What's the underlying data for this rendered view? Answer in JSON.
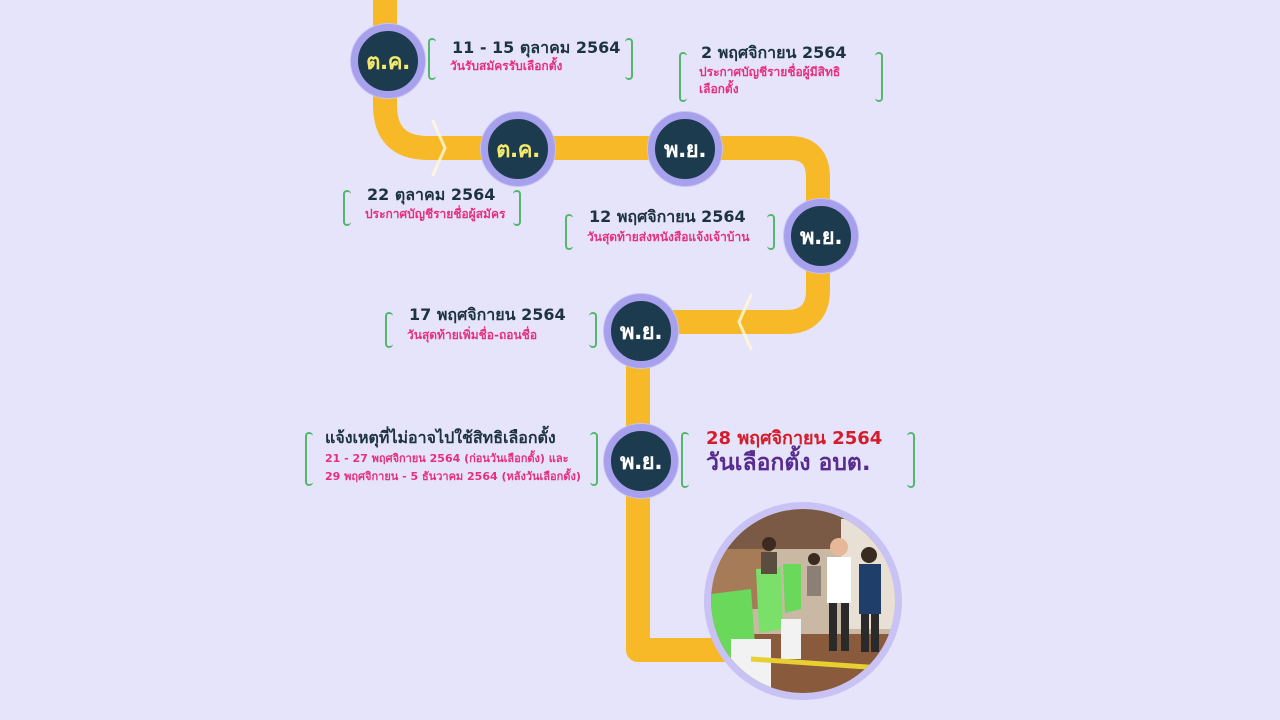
{
  "colors": {
    "background": "#e6e4fb",
    "road": "#f7b927",
    "node_fill": "#1d3b4f",
    "node_ring": "#a7a0ec",
    "oct_label": "#f4e96a",
    "nov_label": "#ffffff",
    "date_text": "#1d3342",
    "desc_text": "#e5307e",
    "bracket": "#52b86b",
    "final_date": "#d41c2a",
    "final_title": "#582c8f"
  },
  "nodes": [
    {
      "label": "ต.ค."
    },
    {
      "label": "ต.ค."
    },
    {
      "label": "พ.ย."
    },
    {
      "label": "พ.ย."
    },
    {
      "label": "พ.ย."
    },
    {
      "label": "พ.ย."
    }
  ],
  "events": [
    {
      "date": "11 - 15 ตุลาคม 2564",
      "desc": "วันรับสมัครรับเลือกตั้ง"
    },
    {
      "date": "2 พฤศจิกายน 2564",
      "desc": "ประกาศบัญชีรายชื่อผู้มีสิทธิ เลือกตั้ง"
    },
    {
      "date": "22 ตุลาคม 2564",
      "desc": "ประกาศบัญชีรายชื่อผู้สมัคร"
    },
    {
      "date": "12 พฤศจิกายน 2564",
      "desc": "วันสุดท้ายส่งหนังสือแจ้งเจ้าบ้าน"
    },
    {
      "date": "17 พฤศจิกายน 2564",
      "desc": "วันสุดท้ายเพิ่มชื่อ-ถอนชื่อ"
    },
    {
      "date": "แจ้งเหตุที่ไม่อาจไปใช้สิทธิเลือกตั้ง",
      "desc": "21 - 27 พฤศจิกายน 2564 (ก่อนวันเลือกตั้ง) และ",
      "desc2": "29 พฤศจิกายน - 5 ธันวาคม 2564 (หลังวันเลือกตั้ง)"
    }
  ],
  "final": {
    "date": "28 พฤศจิกายน 2564",
    "title": "วันเลือกตั้ง อบต."
  },
  "photo": {
    "subject": "election-officials-photo"
  }
}
